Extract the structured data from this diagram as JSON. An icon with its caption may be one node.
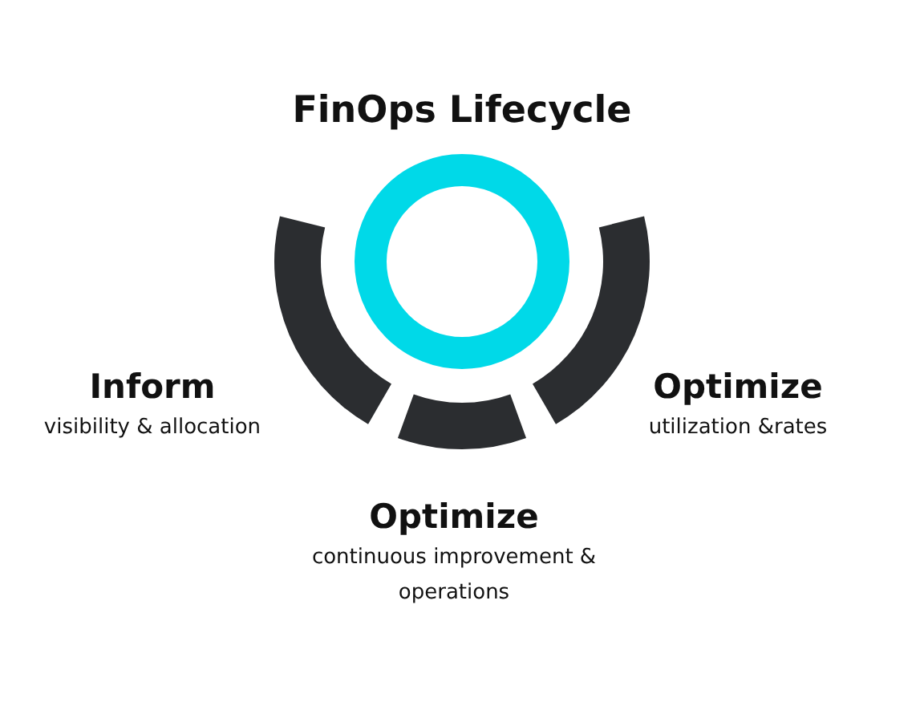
{
  "diagram": {
    "title": "FinOps Lifecycle",
    "nodes": [
      {
        "text": [
          "Inform",
          "visibility & allocation"
        ]
      },
      {
        "text": [
          "Optimize",
          "utilization &rates"
        ]
      },
      {
        "text": [
          "Optimize",
          "continuous improvement & operations"
        ]
      }
    ]
  }
}
